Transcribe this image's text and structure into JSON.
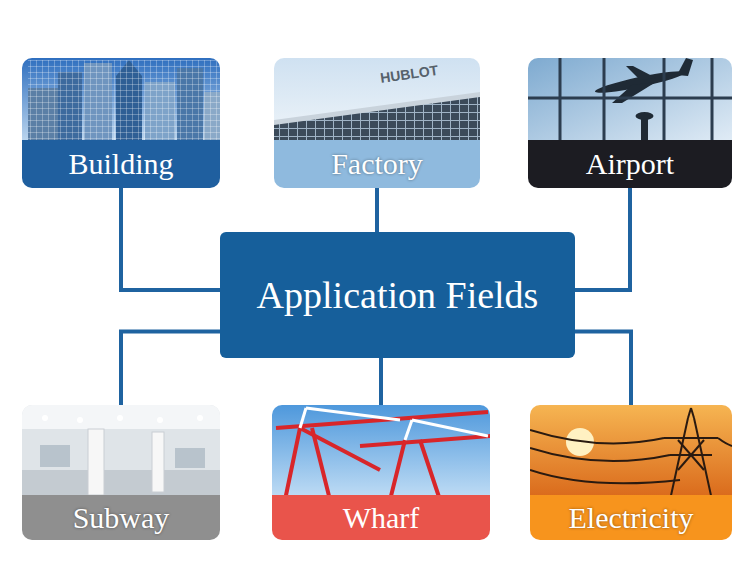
{
  "diagram": {
    "nodes": [
      {
        "text": [
          "Building"
        ]
      },
      {
        "text": [
          "Factory"
        ]
      },
      {
        "text": [
          "Airport"
        ]
      },
      {
        "text": [
          "Application Fields"
        ]
      },
      {
        "text": [
          "Subway"
        ]
      },
      {
        "text": [
          "Wharf"
        ]
      },
      {
        "text": [
          "Electricity"
        ]
      }
    ],
    "edges": [
      {
        "from": 3,
        "to": 0,
        "arrow": "none"
      },
      {
        "from": 3,
        "to": 1,
        "arrow": "none"
      },
      {
        "from": 3,
        "to": 2,
        "arrow": "none"
      },
      {
        "from": 3,
        "to": 4,
        "arrow": "none"
      },
      {
        "from": 3,
        "to": 5,
        "arrow": "none"
      },
      {
        "from": 3,
        "to": 6,
        "arrow": "none"
      }
    ],
    "labels": [
      "HUBLOT"
    ]
  }
}
